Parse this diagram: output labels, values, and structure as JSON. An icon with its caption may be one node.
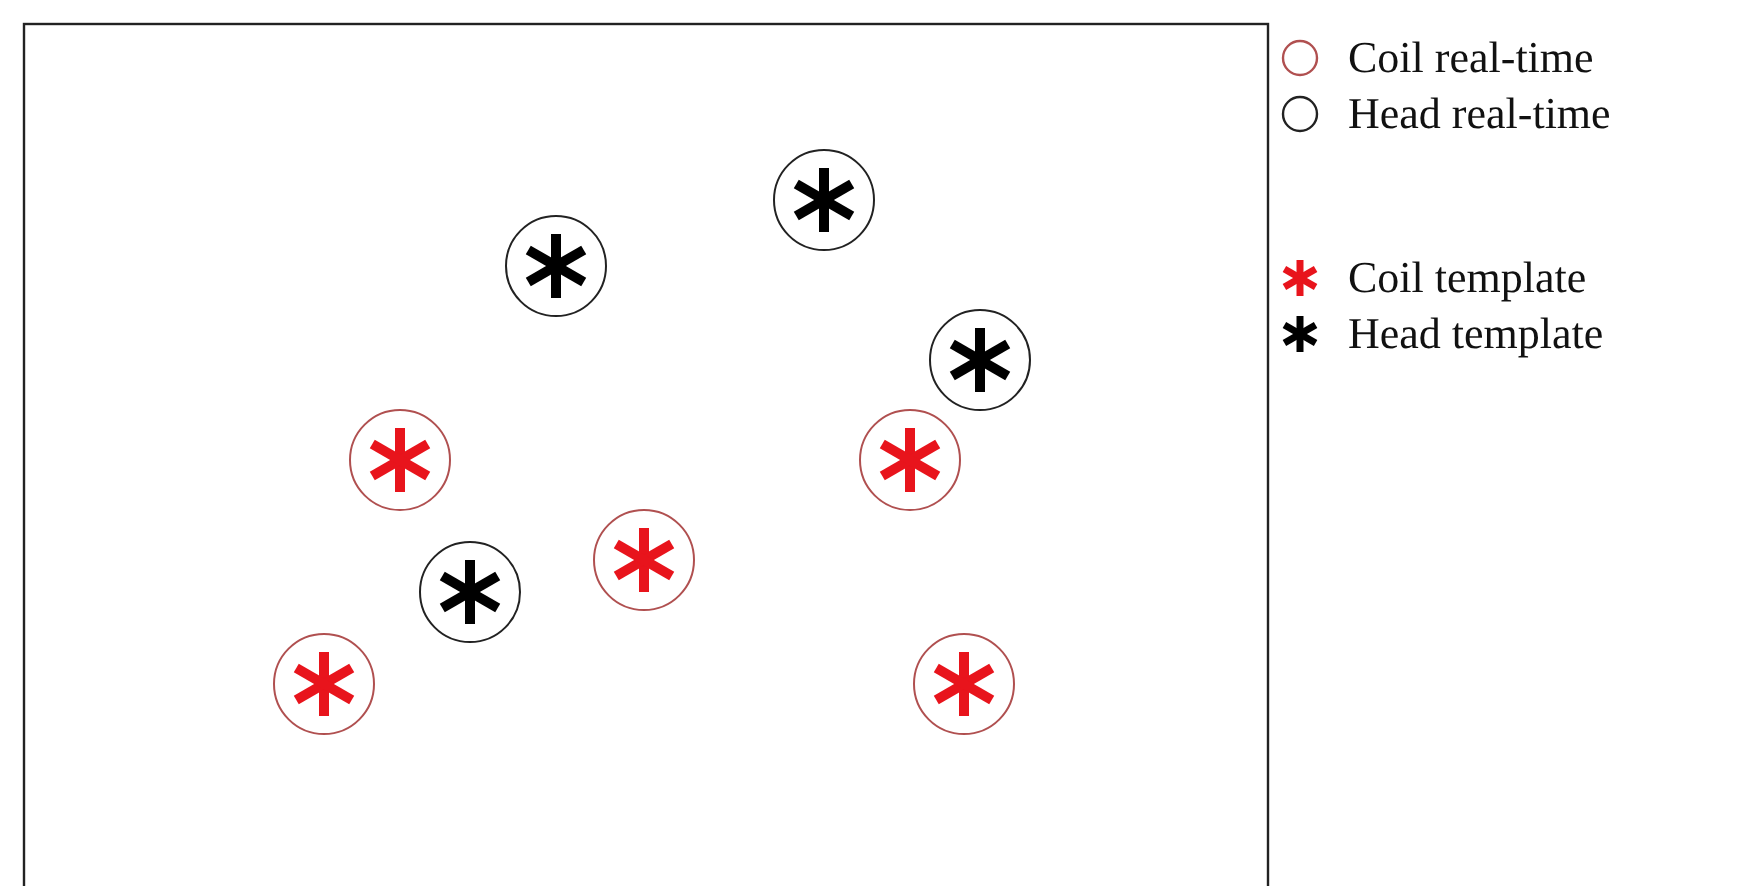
{
  "diagram": {
    "legend": [
      {
        "text": "Coil real-time"
      },
      {
        "text": "Head real-time"
      },
      {
        "text": "Coil template"
      },
      {
        "text": "Head template"
      }
    ]
  }
}
